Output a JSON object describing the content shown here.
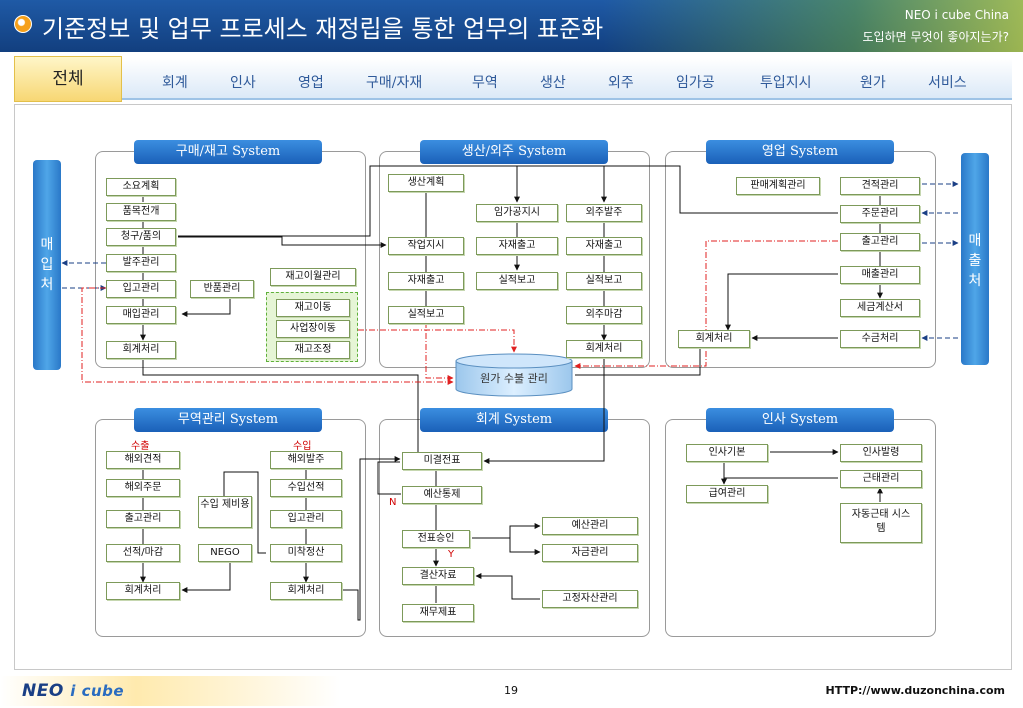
{
  "header": {
    "title": "기준정보 및 업무 프로세스 재정립을 통한 업무의 표준화",
    "brand": "NEO i cube China",
    "slogan": "도입하면 무엇이 좋아지는가?"
  },
  "tabs": {
    "active": "전체",
    "items": [
      "회계",
      "인사",
      "영업",
      "구매/자재",
      "무역",
      "생산",
      "외주",
      "임가공",
      "투입지시",
      "원가",
      "서비스"
    ]
  },
  "sides": {
    "left": [
      "매",
      "입",
      "처"
    ],
    "right": [
      "매",
      "출",
      "처"
    ]
  },
  "purchase": {
    "title": "구매/재고 System",
    "nodes": [
      "소요계획",
      "품목전개",
      "청구/품의",
      "발주관리",
      "입고관리",
      "매입관리",
      "회계처리",
      "반품관리",
      "재고이월관리",
      "재고이동",
      "사업장이동",
      "재고조정"
    ]
  },
  "production": {
    "title": "생산/외주 System",
    "nodes": [
      "생산계획",
      "작업지시",
      "자재출고",
      "실적보고",
      "임가공지시",
      "자재출고",
      "실적보고",
      "외주발주",
      "자재출고",
      "실적보고",
      "외주마감",
      "회계처리"
    ]
  },
  "sales": {
    "title": "영업 System",
    "nodes": [
      "판매계획관리",
      "견적관리",
      "주문관리",
      "출고관리",
      "매출관리",
      "세금계산서",
      "수금처리",
      "회계처리"
    ]
  },
  "cost_db": "원가 수불 관리",
  "trade": {
    "title": "무역관리 System",
    "export_label": "수출",
    "import_label": "수입",
    "nodes": [
      "해외견적",
      "해외주문",
      "출고관리",
      "선적/마감",
      "회계처리",
      "수입 제비용",
      "NEGO",
      "해외발주",
      "수입선적",
      "입고관리",
      "미착정산",
      "회계처리"
    ]
  },
  "accounting": {
    "title": "회계 System",
    "nodes": [
      "미결전표",
      "예산통제",
      "전표승인",
      "결산자료",
      "재무제표",
      "예산관리",
      "자금관리",
      "고정자산관리"
    ],
    "no_mark": "N",
    "yes_mark": "Y"
  },
  "hr": {
    "title": "인사 System",
    "nodes": [
      "인사기본",
      "급여관리",
      "인사발령",
      "근태관리",
      "자동근태 시스템"
    ]
  },
  "footer": {
    "logo_main": "NEO",
    "logo_sub": "i cube",
    "page": "19",
    "url": "HTTP://www.duzonchina.com"
  },
  "colors": {
    "header": "#1a4f95",
    "title_bar": "#1f6bc4",
    "node_border": "#7d9a5a",
    "flow_dashed": "#e02020",
    "side_bar": "#3a8ed6"
  }
}
